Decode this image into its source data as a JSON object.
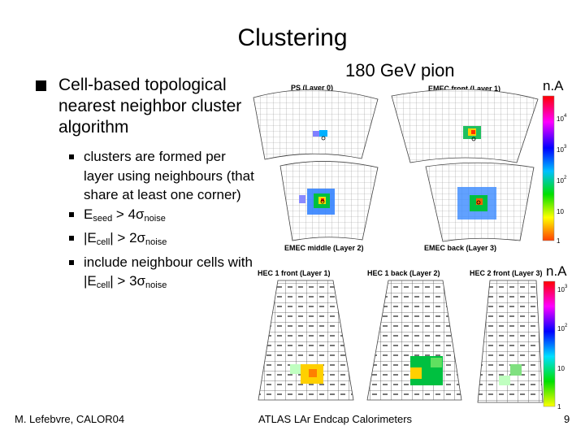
{
  "slide": {
    "title": "Clustering",
    "main_bullet": "Cell-based topological nearest neighbor cluster algorithm",
    "sub_bullets": {
      "b1": "clusters are formed per layer using neighbours (that share at least one corner)",
      "b2_pre": "E",
      "b2_sub": "seed",
      "b2_rel": " > 4σ",
      "b2_sub2": "noise",
      "b3_pre": "|E",
      "b3_sub": "cell",
      "b3_rel": "| > 2σ",
      "b3_sub2": "noise",
      "b4_pre": "include neighbour cells with |E",
      "b4_sub": "cell",
      "b4_rel": "| > 3σ",
      "b4_sub2": "noise"
    },
    "figure": {
      "energy_label": "180 GeV pion",
      "unit_top": "n.A",
      "unit_bottom": "n.A",
      "scale_top": [
        "10",
        "10",
        "10",
        "10",
        "1"
      ],
      "scale_top_exp": [
        "4",
        "3",
        "2",
        "",
        ""
      ],
      "scale_bottom": [
        "10",
        "10",
        "10",
        "1"
      ],
      "scale_bottom_exp": [
        "3",
        "2",
        "",
        ""
      ],
      "panels": {
        "ps": "PS (Layer 0)",
        "emec_front": "EMEC front (Layer 1)",
        "emec_middle": "EMEC middle (Layer 2)",
        "emec_back": "EMEC back (Layer 3)",
        "hec1": "HEC 1 front (Layer 1)",
        "hec1_back": "HEC 1 back (Layer 2)",
        "hec2": "HEC 2 front (Layer 3)"
      }
    },
    "footer": {
      "left": "M. Lefebvre, CALOR04",
      "center": "ATLAS LAr Endcap Calorimeters",
      "page": "9"
    },
    "colors": {
      "bullet": "#000000",
      "hot": "#ff2000",
      "warm": "#ffe000",
      "green": "#00c040",
      "blue": "#2060ff"
    }
  }
}
